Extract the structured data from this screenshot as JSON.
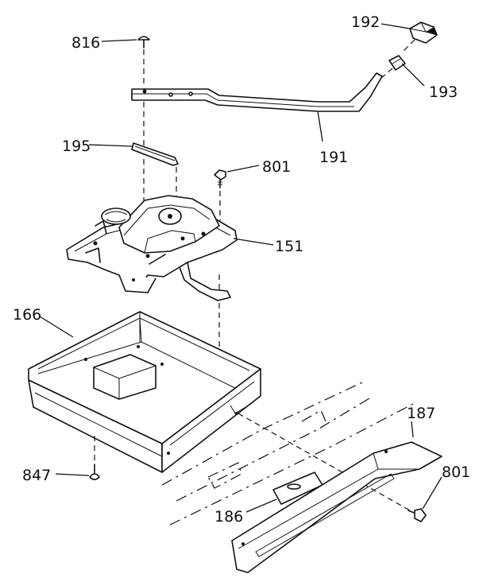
{
  "diagram": {
    "labels": {
      "p192": "192",
      "p816": "816",
      "p193": "193",
      "p191": "191",
      "p195": "195",
      "p801a": "801",
      "p151": "151",
      "p166": "166",
      "p187": "187",
      "p847": "847",
      "p801b": "801",
      "p186": "186"
    }
  }
}
